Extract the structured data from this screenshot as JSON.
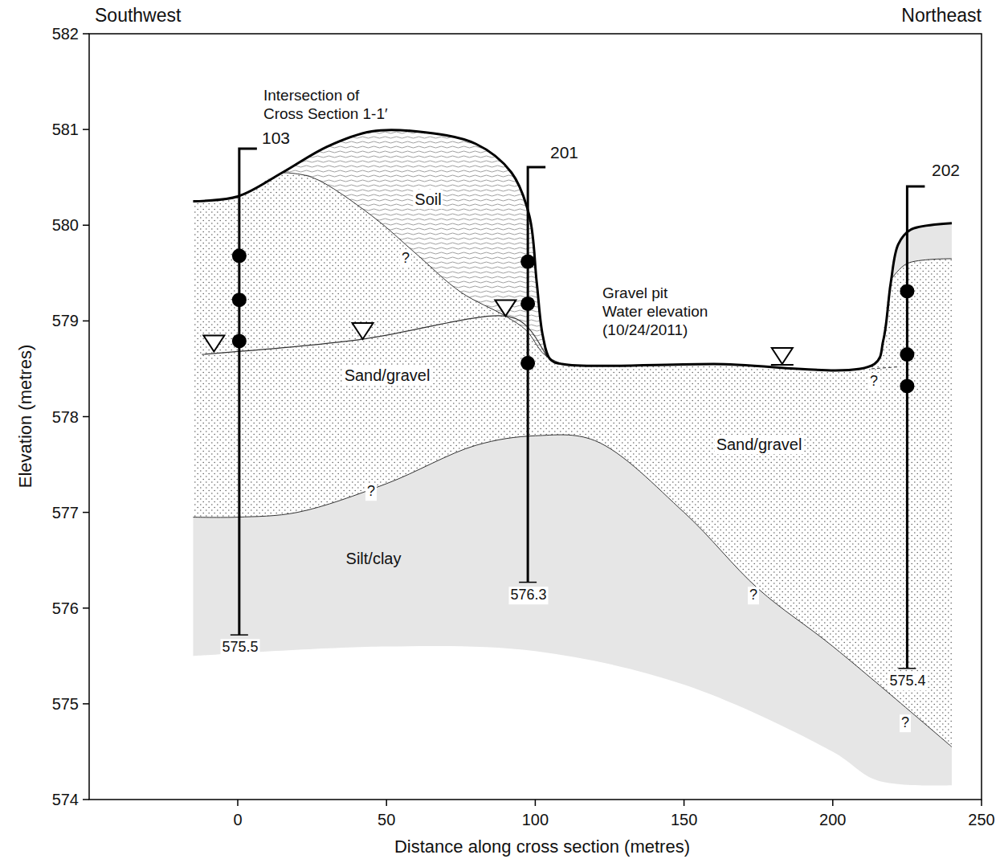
{
  "diagram": {
    "labels": [
      "Southwest",
      "Northeast",
      "Intersection of Cross Section 1-1′",
      "103",
      "201",
      "202",
      "Soil",
      "Gravel pit Water elevation (10/24/2011)",
      "Sand/gravel",
      "Sand/gravel",
      "Silt/clay",
      "575.5",
      "576.3",
      "575.4",
      "?",
      "?",
      "?",
      "?",
      "?",
      "582",
      "581",
      "580",
      "579",
      "578",
      "577",
      "576",
      "575",
      "574",
      "0",
      "50",
      "100",
      "150",
      "200",
      "250",
      "Elevation (metres)",
      "Distance along cross section (metres)"
    ]
  }
}
